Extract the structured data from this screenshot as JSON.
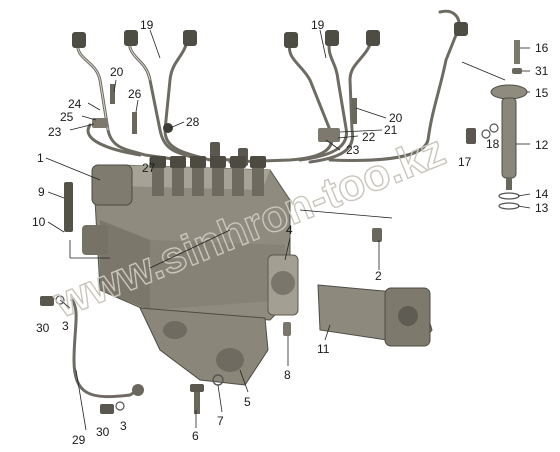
{
  "watermark": "www.sinhron-too.kz",
  "callouts": [
    "1",
    "2",
    "3",
    "3",
    "4",
    "5",
    "6",
    "7",
    "8",
    "9",
    "10",
    "11",
    "12",
    "13",
    "14",
    "15",
    "16",
    "17",
    "18",
    "19",
    "19",
    "20",
    "20",
    "21",
    "22",
    "23",
    "23",
    "24",
    "25",
    "26",
    "27",
    "28",
    "29",
    "30",
    "30",
    "31"
  ],
  "colors": {
    "part_fill": "#8f8b7f",
    "part_dark": "#5e5b52",
    "part_light": "#b7b3a6",
    "pipe": "#6e6b62"
  }
}
